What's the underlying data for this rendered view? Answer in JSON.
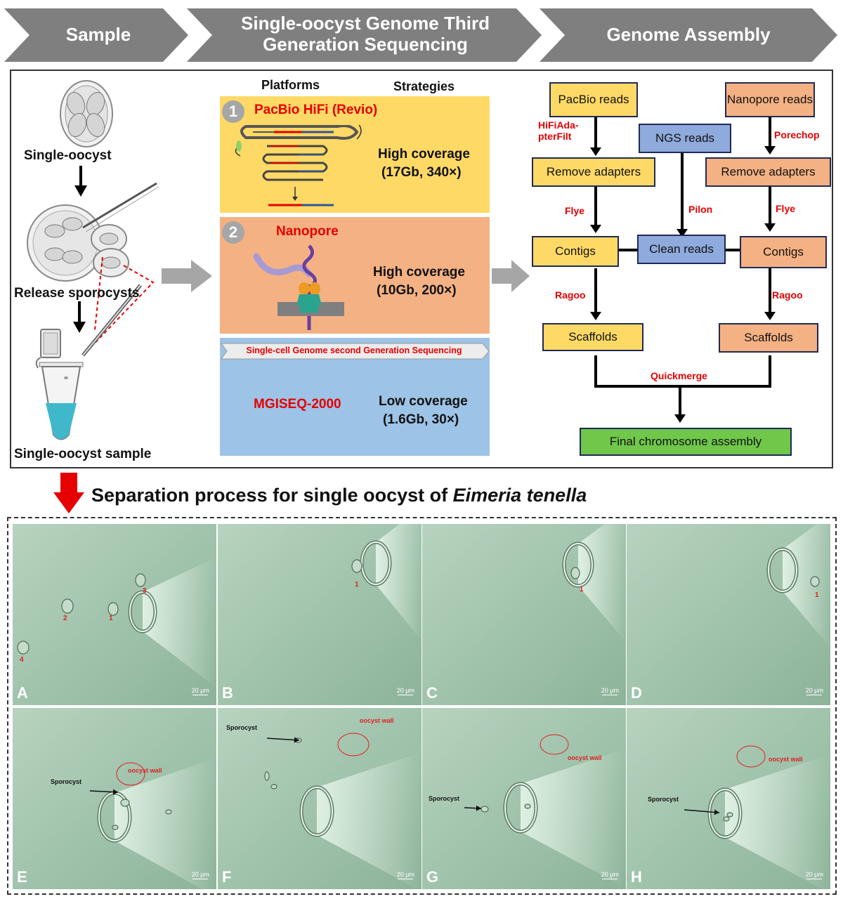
{
  "header": {
    "step1": "Sample",
    "step2_line1": "Single-oocyst Genome Third",
    "step2_line2": "Generation Sequencing",
    "step3": "Genome Assembly"
  },
  "sample": {
    "single_oocyst": "Single-oocyst",
    "release": "Release sporocysts",
    "sample_label": "Single-oocyst sample"
  },
  "sequencing": {
    "col_platforms": "Platforms",
    "col_strategies": "Strategies",
    "p1_num": "1",
    "p1_name": "PacBio HiFi (Revio)",
    "p1_cov": "High coverage",
    "p1_detail": "(17Gb, 340×)",
    "p2_num": "2",
    "p2_name": "Nanopore",
    "p2_cov": "High coverage",
    "p2_detail": "(10Gb, 200×)",
    "ngs_banner": "Single-cell Genome second Generation Sequencing",
    "p3_name": "MGISEQ-2000",
    "p3_cov": "Low coverage",
    "p3_detail": "(1.6Gb, 30×)"
  },
  "assembly": {
    "pacbio_reads": "PacBio reads",
    "nanopore_reads": "Nanopore reads",
    "ngs_reads": "NGS reads",
    "hifiadapt": "HiFiAda-pterFilt",
    "porechop": "Porechop",
    "remove_left": "Remove adapters",
    "remove_right": "Remove adapters",
    "flye_left": "Flye",
    "flye_right": "Flye",
    "pilon": "Pilon",
    "contigs_left": "Contigs",
    "contigs_right": "Contigs",
    "clean_reads": "Clean reads",
    "ragoo_left": "Ragoo",
    "ragoo_right": "Ragoo",
    "scaffolds_left": "Scaffolds",
    "scaffolds_right": "Scaffolds",
    "quickmerge": "Quickmerge",
    "final": "Final chromosome assembly"
  },
  "separation": {
    "title_plain": "Separation process for single oocyst of ",
    "title_italic": "Eimeria tenella",
    "scale_label": "20 μm",
    "panels": [
      "A",
      "B",
      "C",
      "D",
      "E",
      "F",
      "G",
      "H"
    ],
    "oocyst_numbers": [
      "1",
      "2",
      "3",
      "4"
    ],
    "sporocyst": "Sporocyst",
    "oocyst_wall": "oocyst wall"
  },
  "colors": {
    "chevron": "#7f7f7f",
    "pacbio_bg": "#ffd966",
    "nanopore_bg": "#f4b183",
    "ngs_bg": "#9dc3e6",
    "final_bg": "#70c74a",
    "red_label": "#e60000",
    "micro_bg": "#a9c9b4"
  }
}
